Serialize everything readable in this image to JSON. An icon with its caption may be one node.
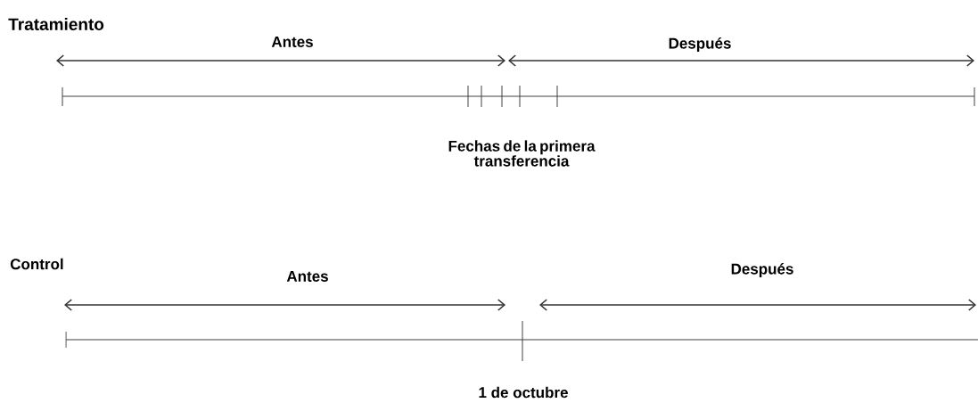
{
  "diagram": {
    "labels": [
      "Tratamiento",
      "Antes",
      "Después",
      "Fechas de la primera transferencia",
      "Control",
      "Antes",
      "Después",
      "1 de octubre"
    ]
  }
}
